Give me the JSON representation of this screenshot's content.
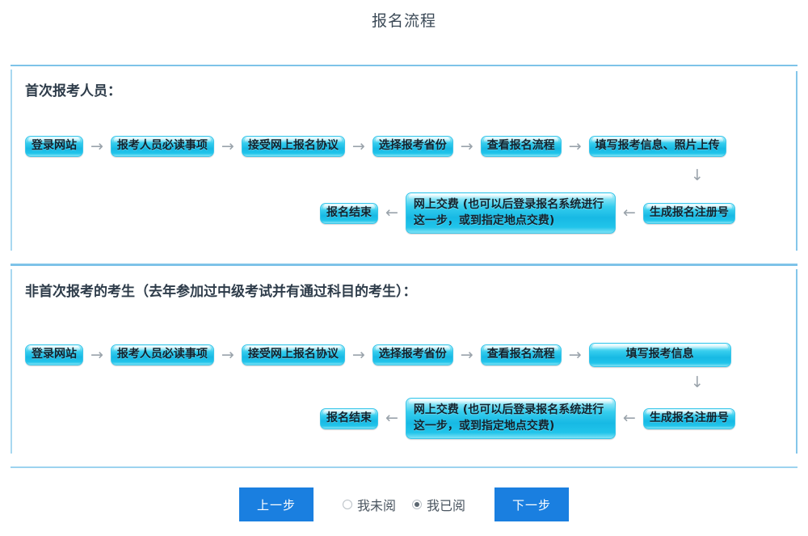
{
  "page": {
    "title": "报名流程"
  },
  "sections": [
    {
      "heading": "首次报考人员：",
      "rows": [
        {
          "steps": [
            {
              "label": "登录网站",
              "style": "normal"
            },
            {
              "label": "报考人员必读事项",
              "style": "normal"
            },
            {
              "label": "接受网上报名协议",
              "style": "normal"
            },
            {
              "label": "选择报考省份",
              "style": "normal"
            },
            {
              "label": "查看报名流程",
              "style": "normal"
            },
            {
              "label": "填写报考信息、照片上传",
              "style": "normal"
            }
          ],
          "connector": "→"
        },
        {
          "steps": [
            {
              "label": "报名结束",
              "style": "normal"
            },
            {
              "label": "网上交费 (也可以后登录报名系统进行这一步，或到指定地点交费)",
              "style": "two-line"
            },
            {
              "label": "生成报名注册号",
              "style": "normal"
            }
          ],
          "connector": "←"
        }
      ],
      "down_arrow": "↓"
    },
    {
      "heading": "非首次报考的考生（去年参加过中级考试并有通过科目的考生）：",
      "heading_main": "非首次报考的考生",
      "heading_sub": "（去年参加过中级考试并有通过科目的考生）：",
      "rows": [
        {
          "steps": [
            {
              "label": "登录网站",
              "style": "normal"
            },
            {
              "label": "报考人员必读事项",
              "style": "normal"
            },
            {
              "label": "接受网上报名协议",
              "style": "normal"
            },
            {
              "label": "选择报考省份",
              "style": "normal"
            },
            {
              "label": "查看报名流程",
              "style": "normal"
            },
            {
              "label": "填写报考信息",
              "style": "wide-center"
            }
          ],
          "connector": "→"
        },
        {
          "steps": [
            {
              "label": "报名结束",
              "style": "normal"
            },
            {
              "label": "网上交费 (也可以后登录报名系统进行这一步，或到指定地点交费)",
              "style": "two-line"
            },
            {
              "label": "生成报名注册号",
              "style": "normal"
            }
          ],
          "connector": "←"
        }
      ],
      "down_arrow": "↓"
    }
  ],
  "footer": {
    "prev_label": "上一步",
    "next_label": "下一步",
    "radios": [
      {
        "label": "我未阅",
        "checked": false
      },
      {
        "label": "我已阅",
        "checked": true
      }
    ]
  },
  "colors": {
    "accent_button": "#1a7fe0",
    "rule": "#7ec3e8",
    "pill_cyan": "#17b9e4",
    "arrow_gray": "#9aa3ab"
  }
}
